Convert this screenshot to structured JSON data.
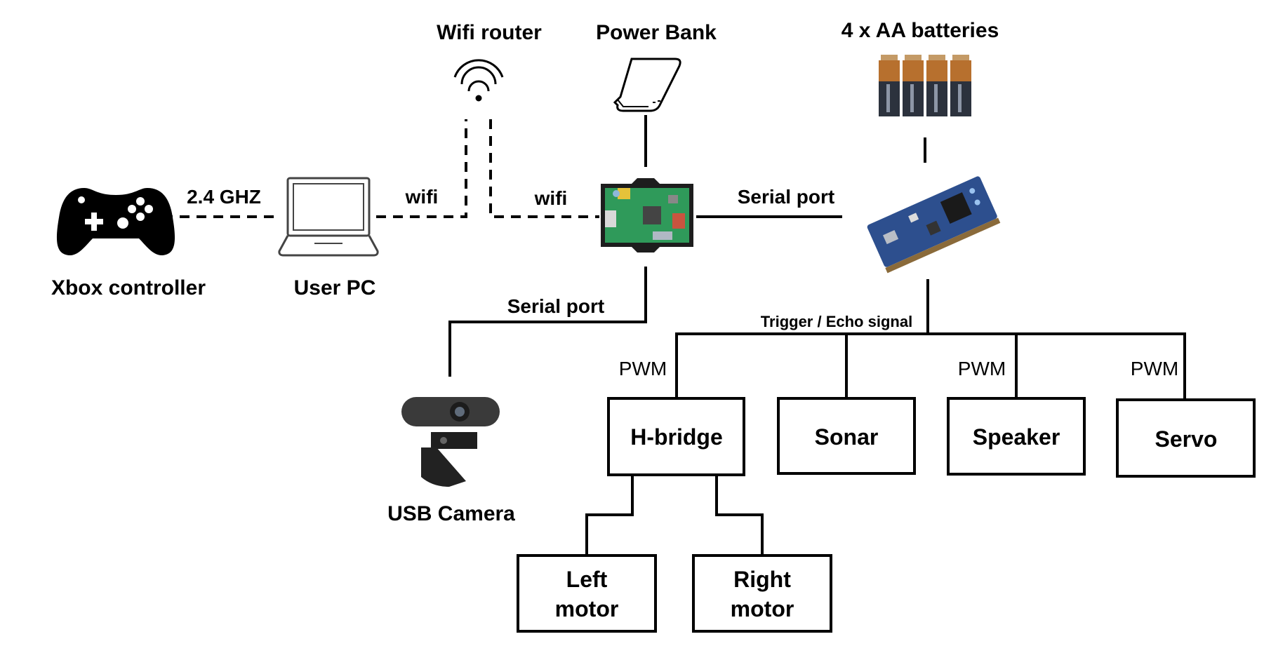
{
  "devices": {
    "xbox_controller": "Xbox controller",
    "user_pc": "User PC",
    "wifi_router": "Wifi router",
    "power_bank": "Power Bank",
    "batteries": "4 x AA batteries",
    "usb_camera": "USB Camera"
  },
  "links": {
    "controller_pc": "2.4 GHZ",
    "pc_router": "wifi",
    "router_board": "wifi",
    "board_mbed": "Serial port",
    "board_camera": "Serial port",
    "mbed_bus": "Trigger / Echo signal",
    "pwm_hbridge": "PWM",
    "pwm_speaker": "PWM",
    "pwm_servo": "PWM"
  },
  "blocks": {
    "hbridge": "H-bridge",
    "sonar": "Sonar",
    "speaker": "Speaker",
    "servo": "Servo",
    "left_motor_line1": "Left",
    "left_motor_line2": "motor",
    "right_motor_line1": "Right",
    "right_motor_line2": "motor"
  },
  "icons": {
    "controller": "gamepad-icon",
    "laptop": "laptop-icon",
    "router": "wifi-icon",
    "power_bank": "power-bank-icon",
    "batteries": "battery-icon",
    "raspberry_pi": "raspberry-pi-board-icon",
    "mbed": "mbed-board-icon",
    "camera": "webcam-icon"
  }
}
